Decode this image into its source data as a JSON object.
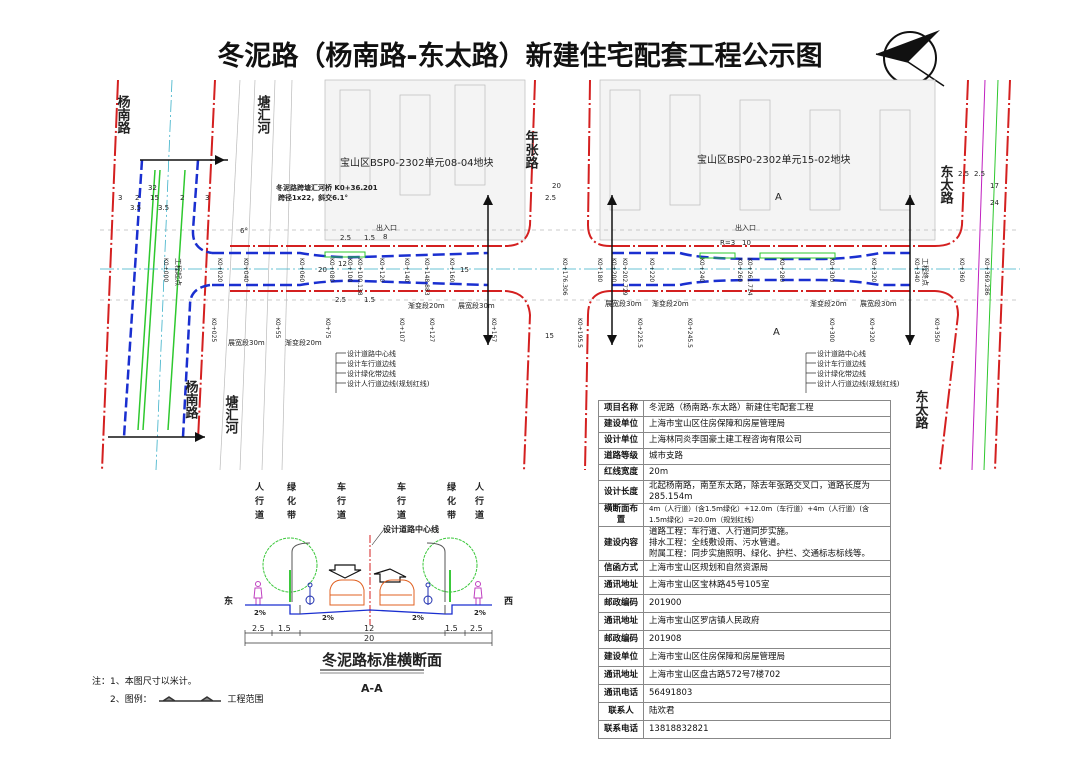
{
  "title": "冬泥路（杨南路-东太路）新建住宅配套工程公示图",
  "plan": {
    "roads": {
      "yangnan": "杨南路",
      "tanghui": "塘汇河",
      "nianzhang": "年张路",
      "dongtai": "东太路"
    },
    "blocks": [
      "宝山区BSP0-2302单元08-04地块",
      "宝山区BSP0-2302单元15-02地块"
    ],
    "bridge_note": [
      "冬泥路跨塘汇河桥 K0+36.201",
      "跨径1x22，斜交6.1°"
    ],
    "angle": "6°",
    "entrances": [
      "出入口",
      "出入口"
    ],
    "entrance_widths": [
      "8",
      "10"
    ],
    "radius": "R=3",
    "start_label": "工程起点",
    "end_label": "工程终点",
    "section_marks": [
      "A",
      "A"
    ],
    "stations_top": [
      "K0+000",
      "K0+020",
      "K0+040",
      "K0+060",
      "K0+080",
      "K0+100",
      "K0+100.138",
      "K0+120",
      "K0+140",
      "K0+148.883",
      "K0+160",
      "K0+176.306",
      "K0+180",
      "K0+200",
      "K0+202.729",
      "K0+220",
      "K0+240",
      "K0+260",
      "K0+261.714",
      "K0+280",
      "K0+300",
      "K0+320",
      "K0+340",
      "K0+360",
      "K0+369.286"
    ],
    "stations_bottom": [
      "K0+025",
      "K0+55",
      "K0+75",
      "K0+107",
      "K0+127",
      "K0+157",
      "K0+195.5",
      "K0+225.5",
      "K0+245.5",
      "K0+300",
      "K0+320",
      "K0+350"
    ],
    "segments": [
      "展宽段30m",
      "渐变段20m",
      "渐变段20m",
      "展宽段30m",
      "展宽段30m",
      "渐变段20m",
      "渐变段20m",
      "展宽段30m"
    ],
    "dims": [
      "32",
      "15",
      "3",
      "2",
      "3.5",
      "3.5",
      "2",
      "3",
      "20",
      "12",
      "1.5",
      "1.5",
      "2.5",
      "2.5",
      "15",
      "2.5",
      "20",
      "15",
      "17",
      "24",
      "2.5",
      "2.5"
    ],
    "legend": [
      "设计道路中心线",
      "设计车行道边线",
      "设计绿化带边线",
      "设计人行道边线(规划红线)"
    ]
  },
  "cross_section": {
    "columns": [
      "人行道",
      "绿化带",
      "车行道",
      "车行道",
      "绿化带",
      "人行道"
    ],
    "centerline_label": "设计道路中心线",
    "east": "东",
    "west": "西",
    "slopes": [
      "2%",
      "2%",
      "2%",
      "2%"
    ],
    "dims": [
      "2.5",
      "1.5",
      "12",
      "1.5",
      "2.5"
    ],
    "total": "20",
    "title": "冬泥路标准横断面",
    "section": "A-A"
  },
  "notes": {
    "line1": "注：1、本图尺寸以米计。",
    "line2": "2、图例：",
    "legend_label": "工程范围"
  },
  "info_table": [
    {
      "k": "项目名称",
      "v": "冬泥路（杨南路-东太路）新建住宅配套工程"
    },
    {
      "k": "建设单位",
      "v": "上海市宝山区住房保障和房屋管理局"
    },
    {
      "k": "设计单位",
      "v": "上海林同炎李国豪土建工程咨询有限公司"
    },
    {
      "k": "道路等级",
      "v": "城市支路"
    },
    {
      "k": "红线宽度",
      "v": "20m"
    },
    {
      "k": "设计长度",
      "v": "北起杨南路，南至东太路，除去年张路交叉口，道路长度为285.154m"
    },
    {
      "k": "横断面布置",
      "v": "4m（人行道）(含1.5m绿化）+12.0m（车行道）+4m（人行道）(含1.5m绿化）=20.0m（规划红线）"
    },
    {
      "k": "建设内容",
      "v": [
        "道路工程：车行道、人行道同步实施。",
        "排水工程：全线敷设雨、污水管道。",
        "附属工程：同步实施照明、绿化、护栏、交通标志标线等。"
      ]
    },
    {
      "k": "信函方式",
      "v": "上海市宝山区规划和自然资源局"
    },
    {
      "k": "通讯地址",
      "v": "上海市宝山区宝林路45号105室"
    },
    {
      "k": "邮政编码",
      "v": "201900"
    },
    {
      "k": "通讯地址",
      "v": "上海市宝山区罗店镇人民政府"
    },
    {
      "k": "邮政编码",
      "v": "201908"
    },
    {
      "k": "建设单位",
      "v": "上海市宝山区住房保障和房屋管理局"
    },
    {
      "k": "通讯地址",
      "v": "上海市宝山区盘古路572号7楼702"
    },
    {
      "k": "通讯电话",
      "v": "56491803"
    },
    {
      "k": "联系人",
      "v": "陆欢君"
    },
    {
      "k": "联系电话",
      "v": "13818832821"
    }
  ],
  "icons": {
    "north_arrow": "compass-north-arrow-icon"
  },
  "colors": {
    "red_line": "#d42020",
    "carriageway": "#1a2fd0",
    "green_belt": "#2ec82e",
    "centerline": "#3ab0c8",
    "background_lines": "#b8b8b8"
  }
}
